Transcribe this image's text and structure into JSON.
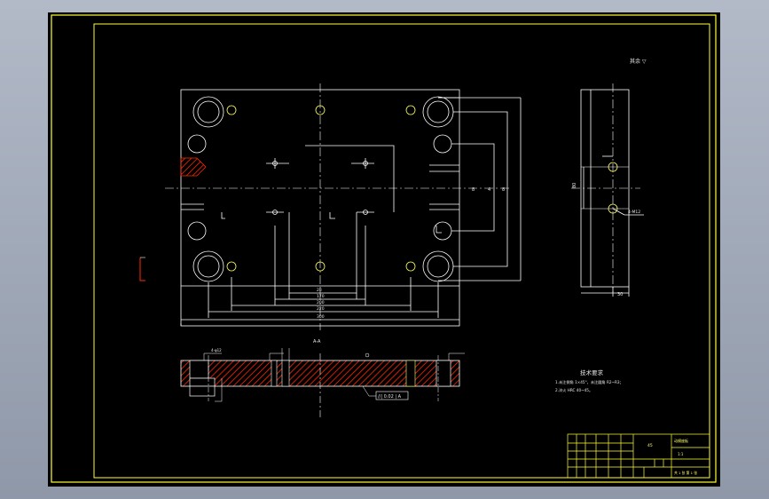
{
  "drawing": {
    "top_right_note": "其余 ▽",
    "section_label": "A-A",
    "tech_req_title": "技术要求",
    "tech_req_lines": [
      "1.未注倒角 1×45°，未注圆角 R2~R3；",
      "2.淬火 HRC 40~45。"
    ],
    "plan_dims": [
      "28",
      "170",
      "200",
      "220",
      "300"
    ],
    "plan_side_dims": [
      "8",
      "4",
      "8"
    ],
    "side_dims": [
      "80",
      "30"
    ],
    "side_callout": "4-M12",
    "section_callout": "4-φ12",
    "flatness": "//| 0.02 | A"
  },
  "title_block": {
    "name": "动模座板",
    "material": "45",
    "scale": "1:1",
    "sheet": "共 1 张 第 1 张"
  },
  "colors": {
    "background": "#000000",
    "frame": "#ffff33",
    "line": "#ffffff",
    "hatch": "#ff2a00",
    "accent": "#ffff66"
  }
}
